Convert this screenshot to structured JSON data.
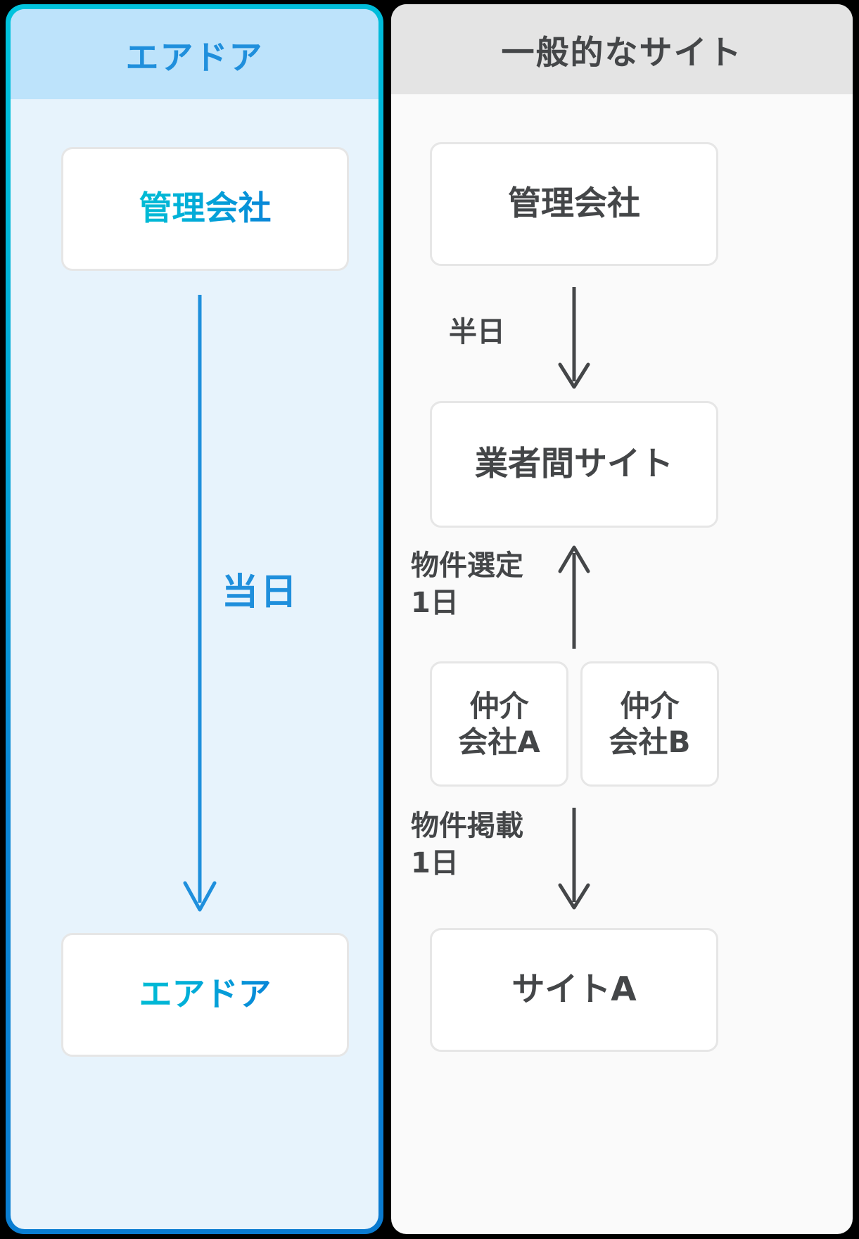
{
  "diagram": {
    "title_left": "エアドア",
    "title_right": "一般的なサイト",
    "left_panel": {
      "header": "エアドア",
      "nodes": [
        {
          "label": "管理会社"
        },
        {
          "label": "エアドア"
        }
      ],
      "flow_label": "当日",
      "arrow_direction": "down",
      "accent_color": "#1f8fdc",
      "header_bg": "#bde3fb",
      "body_bg": "#e7f3fc"
    },
    "right_panel": {
      "header": "一般的なサイト",
      "nodes": [
        {
          "label": "管理会社"
        },
        {
          "label": "業者間サイト"
        },
        {
          "label": "仲介\n会社A"
        },
        {
          "label": "仲介\n会社B"
        },
        {
          "label": "サイトA"
        }
      ],
      "arrows": [
        {
          "label": "半日",
          "direction": "down"
        },
        {
          "label": "物件選定\n1日",
          "direction": "up"
        },
        {
          "label": "物件掲載\n1日",
          "direction": "down"
        }
      ],
      "text_color": "#444648",
      "header_bg": "#e4e4e4",
      "body_bg": "#fafafa"
    }
  }
}
